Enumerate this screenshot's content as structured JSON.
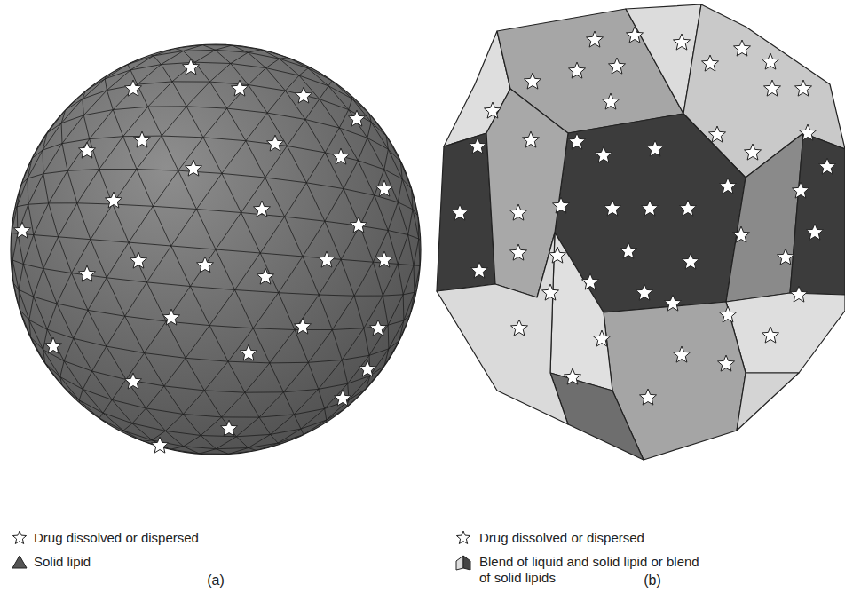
{
  "diagram": {
    "labels": [
      "(a)",
      "(b)"
    ],
    "legend": [
      {
        "text": "Drug dissolved or dispersed"
      },
      {
        "text": "Solid lipid"
      },
      {
        "text": "Drug dissolved or dispersed"
      },
      {
        "text": "Blend of liquid and solid lipid or blend of solid lipids"
      }
    ]
  }
}
